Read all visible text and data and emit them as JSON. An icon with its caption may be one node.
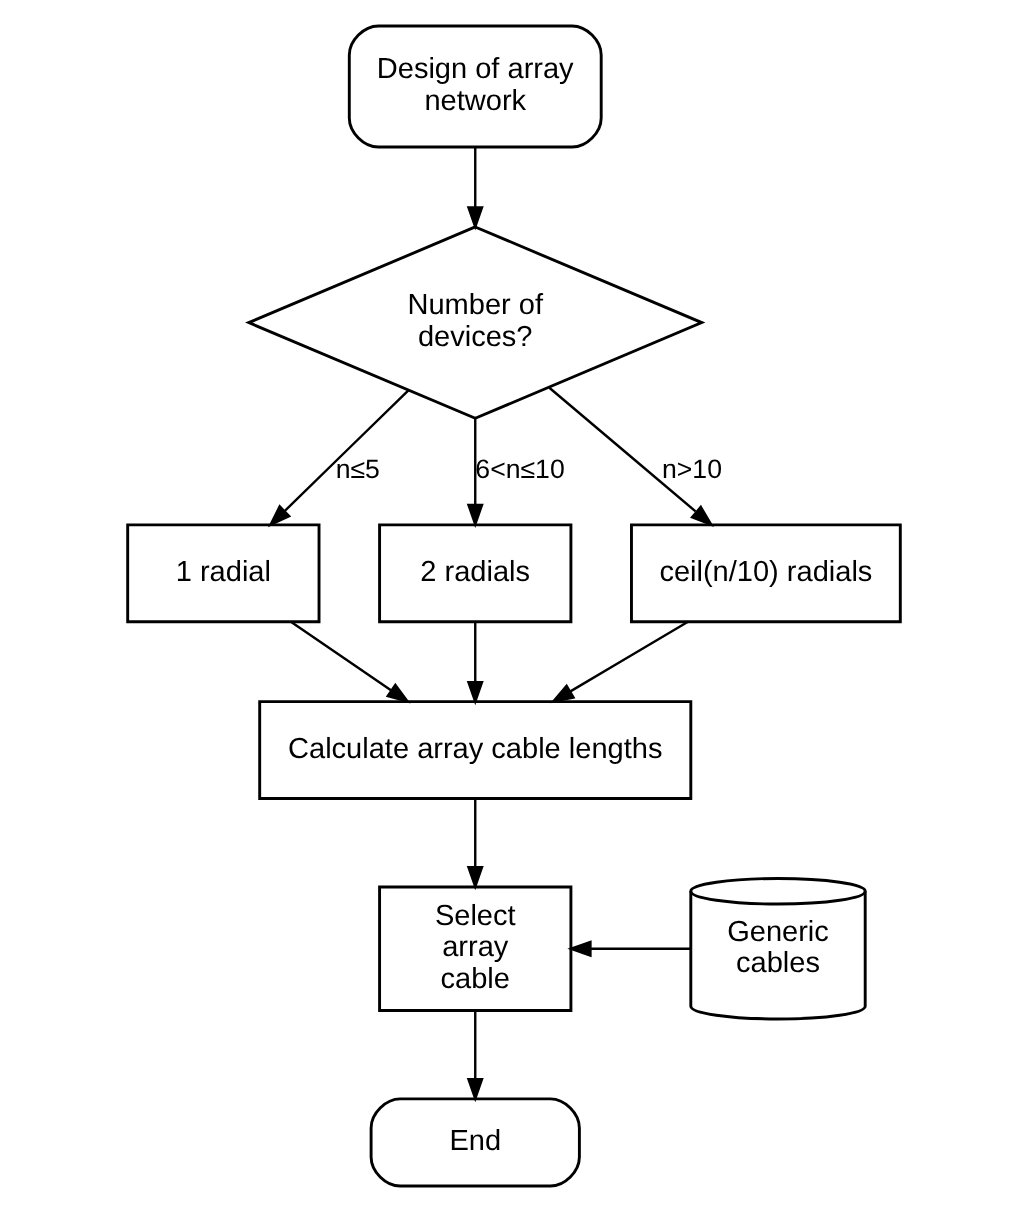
{
  "diagram": {
    "nodes": [
      {
        "text": [
          "Design of array network"
        ]
      },
      {
        "text": [
          "Number of devices?"
        ]
      },
      {
        "text": [
          "1 radial"
        ]
      },
      {
        "text": [
          "2 radials"
        ]
      },
      {
        "text": [
          "ceil(n/10) radials"
        ]
      },
      {
        "text": [
          "Calculate array cable lengths"
        ]
      },
      {
        "text": [
          "Generic cables"
        ]
      },
      {
        "text": [
          "Select array cable"
        ]
      },
      {
        "text": [
          "End"
        ]
      }
    ],
    "edges": [
      {
        "from": 0,
        "to": 1,
        "arrow": "to"
      },
      {
        "from": 1,
        "to": 2,
        "arrow": "to",
        "label": "n≤5"
      },
      {
        "from": 1,
        "to": 3,
        "arrow": "to",
        "label": "6<n≤10"
      },
      {
        "from": 1,
        "to": 4,
        "arrow": "to",
        "label": "n>10"
      },
      {
        "from": 2,
        "to": 5,
        "arrow": "to"
      },
      {
        "from": 3,
        "to": 5,
        "arrow": "to"
      },
      {
        "from": 4,
        "to": 5,
        "arrow": "to"
      },
      {
        "from": 5,
        "to": 7,
        "arrow": "to"
      },
      {
        "from": 6,
        "to": 7,
        "arrow": "to"
      },
      {
        "from": 7,
        "to": 8,
        "arrow": "to"
      }
    ]
  }
}
